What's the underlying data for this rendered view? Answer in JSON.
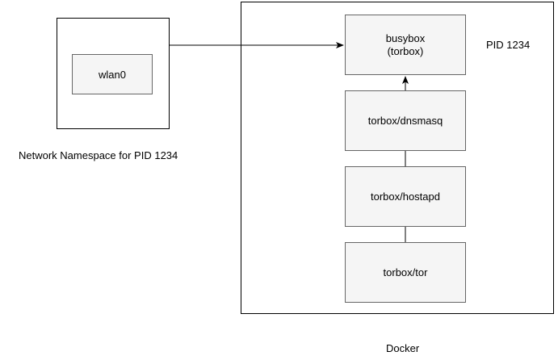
{
  "nodes": {
    "wlan0": "wlan0",
    "network_namespace_label": "Network Namespace for PID 1234",
    "pid_label": "PID 1234",
    "docker_label": "Docker",
    "busybox": "busybox\n(torbox)",
    "dnsmasq": "torbox/dnsmasq",
    "hostapd": "torbox/hostapd",
    "tor": "torbox/tor"
  },
  "colors": {
    "box_fill": "#f5f5f5",
    "box_stroke": "#666666",
    "container_stroke": "#000000",
    "edge": "#000000"
  }
}
